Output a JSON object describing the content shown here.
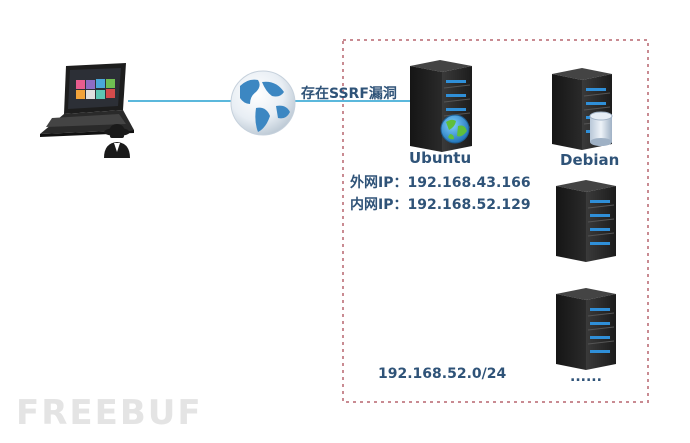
{
  "edge_label": "存在SSRF漏洞",
  "ubuntu": {
    "name": "Ubuntu",
    "external_ip": "外网IP：192.168.43.166",
    "internal_ip": "内网IP：192.168.52.129"
  },
  "debian": {
    "name": "Debian"
  },
  "subnet": "192.168.52.0/24",
  "more": "......",
  "watermark": "FREEBUF",
  "colors": {
    "link_line": "#5bb8dc",
    "boundary": "#c98b92",
    "label_text": "#2f5378",
    "server_body": "#2b2b2b",
    "server_led": "#2f8fd8"
  },
  "icons": [
    "laptop-icon",
    "hacker-icon",
    "globe-icon",
    "ubuntu-server-icon",
    "earth-badge-icon",
    "debian-server-icon",
    "database-icon",
    "server-icon"
  ]
}
